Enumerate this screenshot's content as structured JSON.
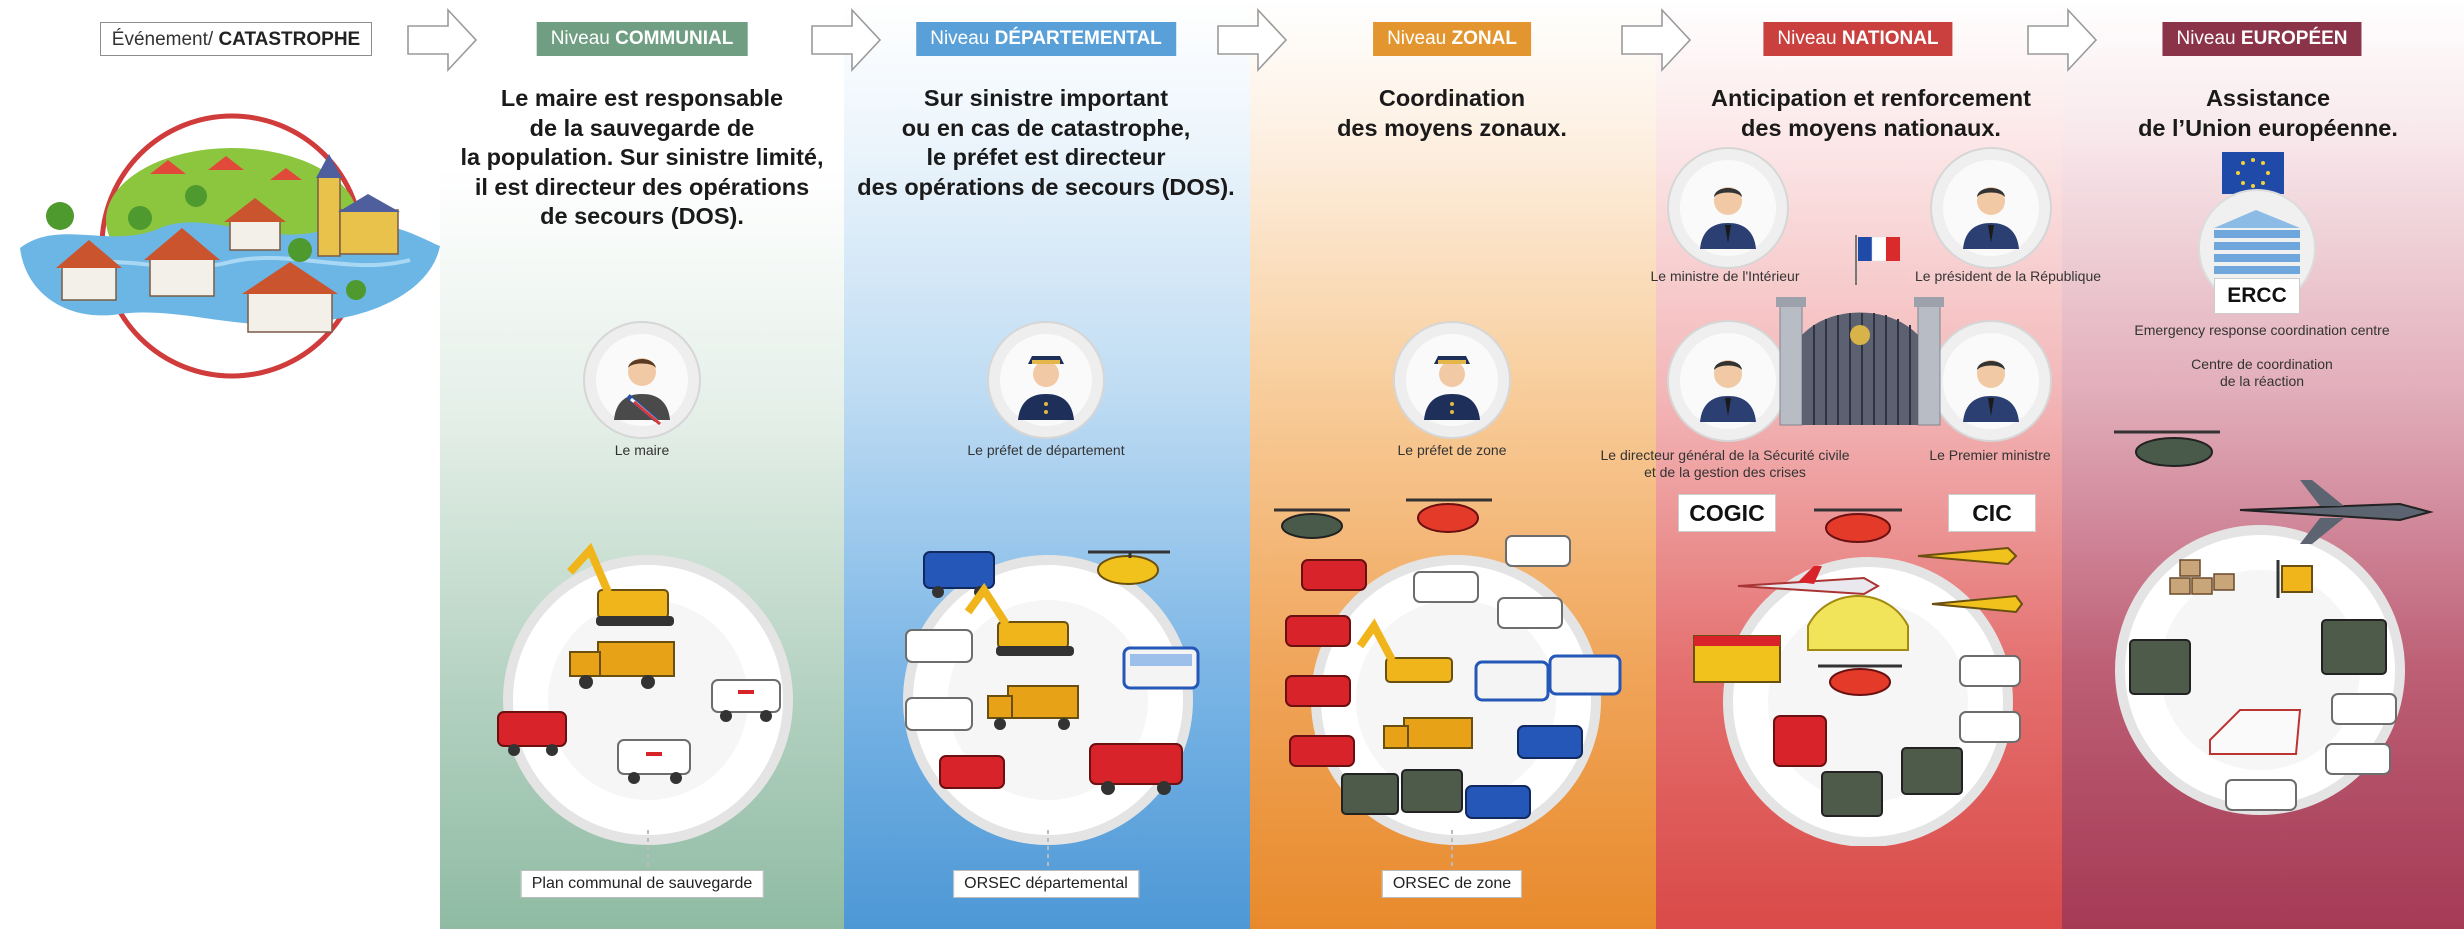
{
  "event": {
    "prefix": "Événement/ ",
    "strong": "CATASTROPHE"
  },
  "levels": [
    {
      "prefix": "Niveau ",
      "strong": "COMMUNIAL",
      "color": "#6f9e83",
      "headline": [
        "Le maire est responsable",
        "de la sauvegarde de",
        "la population. Sur sinistre limité,",
        "il est directeur des opérations",
        "de secours (DOS)."
      ],
      "person": "Le maire",
      "plan": "Plan communal de sauvegarde"
    },
    {
      "prefix": "Niveau ",
      "strong": "DÉPARTEMENTAL",
      "color": "#5aa0d8",
      "headline": [
        "Sur sinistre important",
        "ou en cas de catastrophe,",
        "le préfet est directeur",
        "des opérations de secours (DOS)."
      ],
      "person": "Le préfet de département",
      "plan": "ORSEC départemental"
    },
    {
      "prefix": "Niveau ",
      "strong": "ZONAL",
      "color": "#e3962f",
      "headline": [
        "Coordination",
        "des moyens zonaux."
      ],
      "person": "Le préfet de zone",
      "plan": "ORSEC de zone"
    },
    {
      "prefix": "Niveau ",
      "strong": "NATIONAL",
      "color": "#c9403f",
      "headline": [
        "Anticipation et renforcement",
        "des moyens nationaux."
      ],
      "persons": {
        "interior": "Le ministre de l'Intérieur",
        "president": "Le président de la République",
        "dg": [
          "Le directeur général de la Sécurité civile",
          "et de la gestion des crises"
        ],
        "pm": "Le Premier ministre"
      },
      "badges": [
        "COGIC",
        "CIC"
      ]
    },
    {
      "prefix": "Niveau ",
      "strong": "EUROPÉEN",
      "color": "#8b3348",
      "headline": [
        "Assistance",
        "de l’Union européenne."
      ],
      "ercc": "ERCC",
      "ercc_full": "Emergency response coordination centre",
      "ercc_fr": [
        "Centre de coordination",
        "de la réaction"
      ]
    }
  ]
}
